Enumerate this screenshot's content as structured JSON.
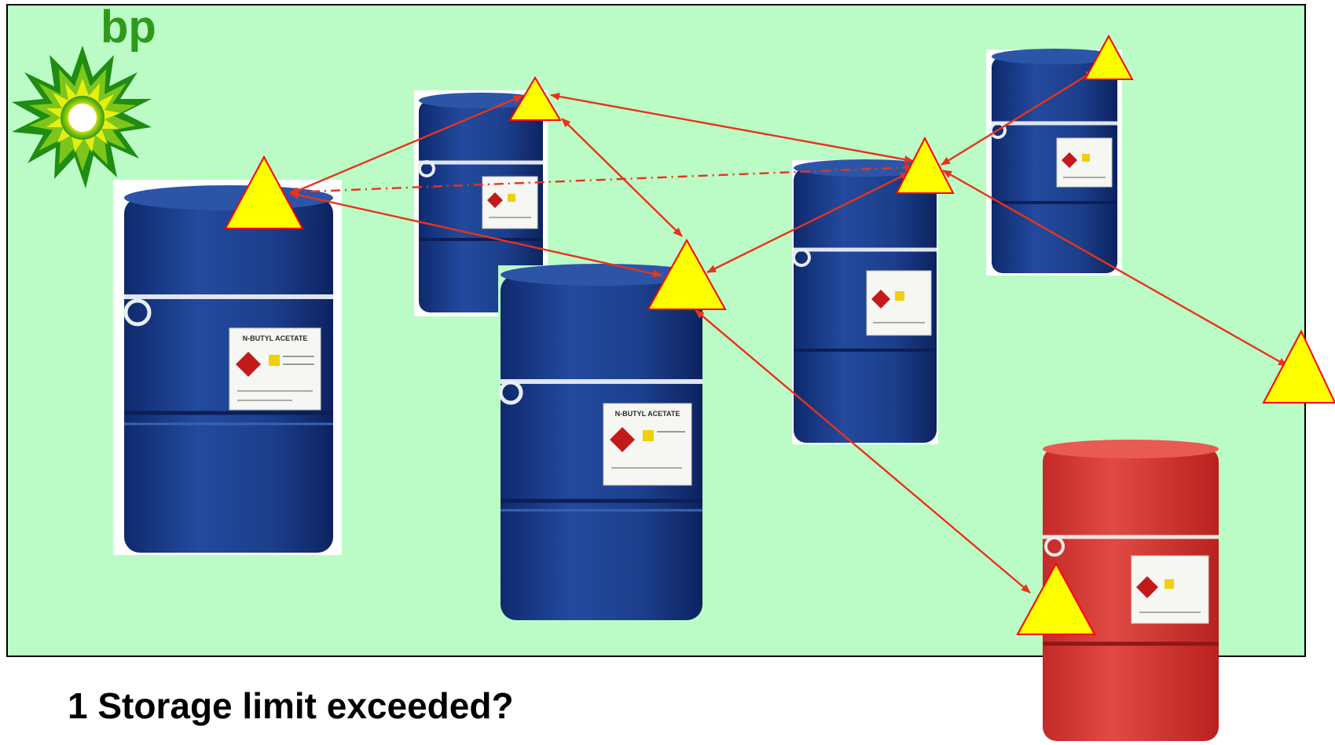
{
  "logo": {
    "text": "bp"
  },
  "caption": "1 Storage limit exceeded?",
  "drum_label": {
    "product": "N-BUTYL ACETATE"
  },
  "colors": {
    "area_fill": "#bbfcc6",
    "area_border": "#000000",
    "drum_blue": "#1a3d8f",
    "drum_red": "#d63a36",
    "arrow": "#e8331c",
    "hazard_fill": "#ffff00",
    "hazard_stroke": "#ff0000",
    "logo_green": "#2f9a1a",
    "logo_yellow": "#f7e900"
  }
}
